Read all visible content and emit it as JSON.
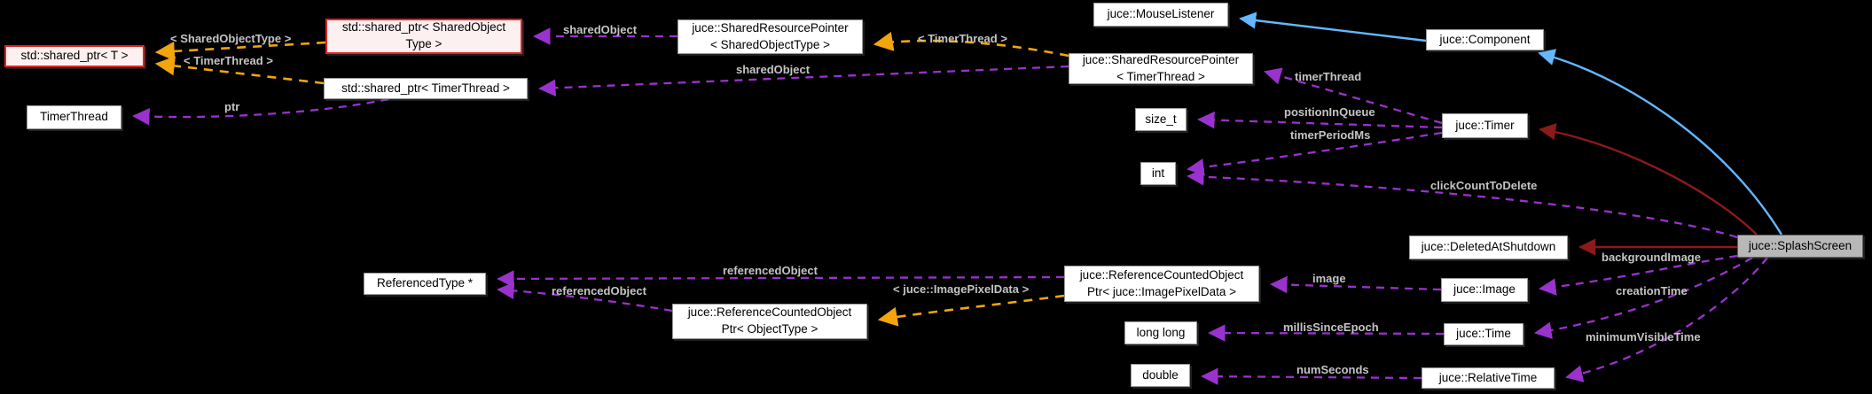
{
  "diagram": {
    "title": "juce::SplashScreen collaboration graph",
    "colors": {
      "background": "#000000",
      "usage_edge": "#9a32cd",
      "template_edge": "#f2a50c",
      "public_inheritance_edge": "#63b8ff",
      "private_inheritance_edge": "#8b1a1a",
      "node_border": "#9a9a9a",
      "truncated_node_border": "#e02424",
      "truncated_node_fill": "#fdf0f0",
      "selected_node_fill": "#b8b8b8",
      "edge_label_color": "#c4c4c4"
    },
    "nodes": [
      {
        "id": "shared_ptr_t",
        "label": "std::shared_ptr< T >"
      },
      {
        "id": "timerthread",
        "label": "TimerThread"
      },
      {
        "id": "shared_ptr_sot",
        "label": "std::shared_ptr< SharedObject\nType >"
      },
      {
        "id": "shared_ptr_tt",
        "label": "std::shared_ptr< TimerThread >"
      },
      {
        "id": "srp_sot",
        "label": "juce::SharedResourcePointer\n< SharedObjectType >"
      },
      {
        "id": "srp_tt",
        "label": "juce::SharedResourcePointer\n< TimerThread >"
      },
      {
        "id": "mouselistener",
        "label": "juce::MouseListener"
      },
      {
        "id": "component",
        "label": "juce::Component"
      },
      {
        "id": "size_t",
        "label": "size_t"
      },
      {
        "id": "timer",
        "label": "juce::Timer"
      },
      {
        "id": "int",
        "label": "int"
      },
      {
        "id": "deletedatshutdown",
        "label": "juce::DeletedAtShutdown"
      },
      {
        "id": "splashscreen",
        "label": "juce::SplashScreen"
      },
      {
        "id": "referencedtype",
        "label": "ReferencedType *"
      },
      {
        "id": "rcop_objecttype",
        "label": "juce::ReferenceCountedObject\nPtr< ObjectType >"
      },
      {
        "id": "rcop_imagepixeldata",
        "label": "juce::ReferenceCountedObject\nPtr< juce::ImagePixelData >"
      },
      {
        "id": "image",
        "label": "juce::Image"
      },
      {
        "id": "long_long",
        "label": "long long"
      },
      {
        "id": "time",
        "label": "juce::Time"
      },
      {
        "id": "double",
        "label": "double"
      },
      {
        "id": "relativetime",
        "label": "juce::RelativeTime"
      }
    ],
    "edge_labels": [
      {
        "id": "tmpl_sharedobjecttype",
        "text": "< SharedObjectType >"
      },
      {
        "id": "tmpl_timerthread_left",
        "text": "< TimerThread >"
      },
      {
        "id": "ptr",
        "text": "ptr"
      },
      {
        "id": "sharedobject_top",
        "text": "sharedObject"
      },
      {
        "id": "sharedobject_bottom",
        "text": "sharedObject"
      },
      {
        "id": "tmpl_timerthread_right",
        "text": "< TimerThread >"
      },
      {
        "id": "timerthread_member",
        "text": "timerThread"
      },
      {
        "id": "positioninqueue",
        "text": "positionInQueue"
      },
      {
        "id": "timerperiodms",
        "text": "timerPeriodMs"
      },
      {
        "id": "clickcounttodelete",
        "text": "clickCountToDelete"
      },
      {
        "id": "backgroundimage",
        "text": "backgroundImage"
      },
      {
        "id": "creationtime",
        "text": "creationTime"
      },
      {
        "id": "minimumvisibletime",
        "text": "minimumVisibleTime"
      },
      {
        "id": "referencedobject_upper",
        "text": "referencedObject"
      },
      {
        "id": "referencedobject_lower",
        "text": "referencedObject"
      },
      {
        "id": "tmpl_imagepixeldata",
        "text": "< juce::ImagePixelData >"
      },
      {
        "id": "image_member",
        "text": "image"
      },
      {
        "id": "millissinceepoch",
        "text": "millisSinceEpoch"
      },
      {
        "id": "numseconds",
        "text": "numSeconds"
      }
    ]
  }
}
